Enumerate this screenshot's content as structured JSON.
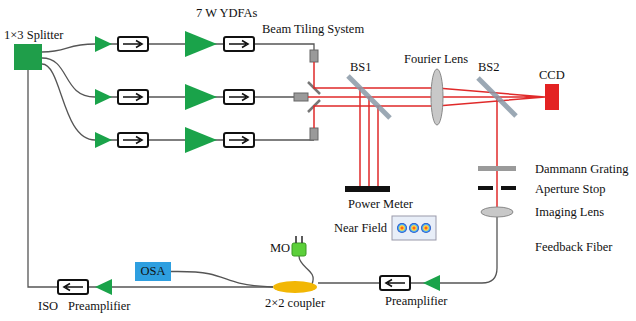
{
  "diagram": {
    "nodes": [
      {
        "text": [
          "1×3 Splitter"
        ]
      },
      {
        "text": [
          "CCD"
        ]
      },
      {
        "text": [
          "OSA"
        ]
      },
      {
        "text": [
          "2×2 coupler"
        ]
      }
    ],
    "edges": [
      {
        "from": 2,
        "to": 3,
        "arrow": "none"
      },
      {
        "from": 3,
        "to": 0,
        "arrow": "none"
      }
    ],
    "labels": [
      "7 W YDFAs",
      "Beam Tiling System",
      "BS1",
      "Fourier Lens",
      "BS2",
      "Power Meter",
      "Near Field",
      "Dammann Grating",
      "Aperture Stop",
      "Imaging Lens",
      "Feedback Fiber",
      "MO",
      "ISO",
      "Preamplifier",
      "Preamplifier"
    ]
  }
}
